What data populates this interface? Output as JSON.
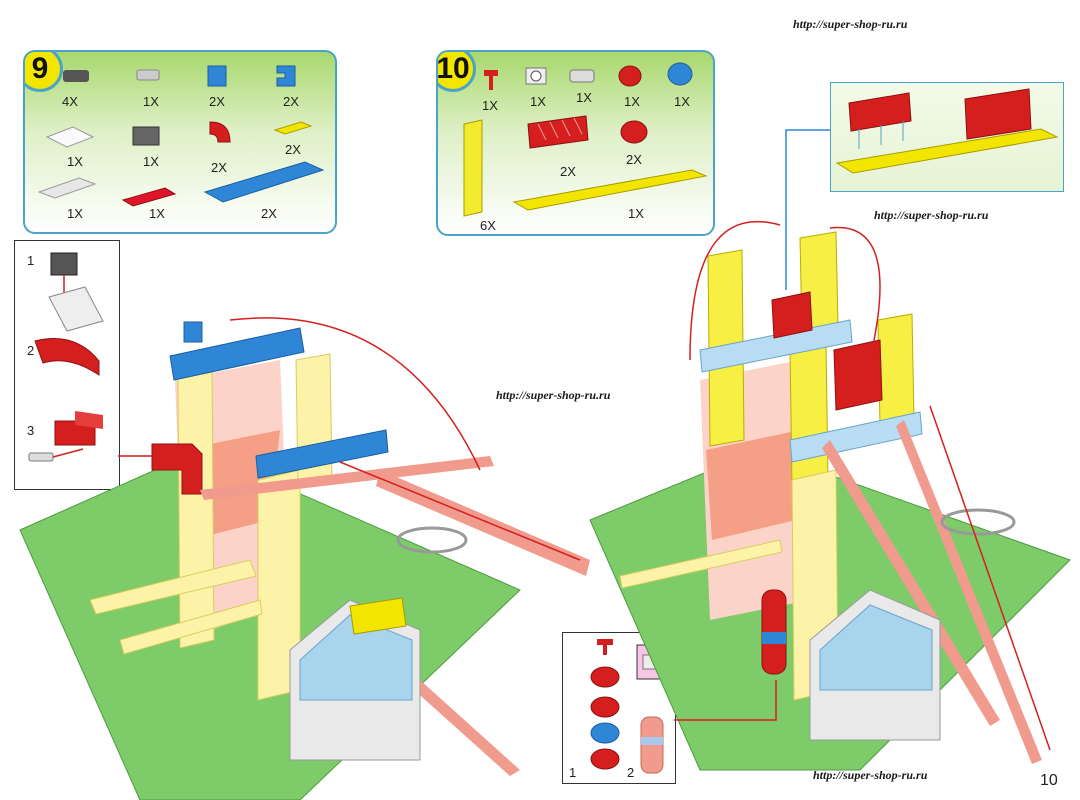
{
  "urls": {
    "top": "http://super-shop-ru.ru",
    "right": "http://super-shop-ru.ru",
    "middle": "http://super-shop-ru.ru",
    "bottom": "http://super-shop-ru.ru"
  },
  "step9": {
    "number": "9",
    "parts": [
      {
        "qty": "4X",
        "name": "technic-pin-connector"
      },
      {
        "qty": "1X",
        "name": "gray-axle-pin"
      },
      {
        "qty": "2X",
        "name": "blue-brick-1x1"
      },
      {
        "qty": "2X",
        "name": "blue-bracket-brick"
      },
      {
        "qty": "1X",
        "name": "white-tile-2x2"
      },
      {
        "qty": "1X",
        "name": "dark-gray-technic-brick"
      },
      {
        "qty": "2X",
        "name": "red-curved-brick"
      },
      {
        "qty": "2X",
        "name": "yellow-grille-tile"
      },
      {
        "qty": "1X",
        "name": "light-gray-plate-1x4"
      },
      {
        "qty": "1X",
        "name": "red-tile-1x4"
      },
      {
        "qty": "2X",
        "name": "blue-technic-brick-1x8"
      }
    ],
    "substeps": [
      "1",
      "2",
      "3"
    ]
  },
  "step10": {
    "number": "10",
    "parts": [
      {
        "qty": "1X",
        "name": "red-extinguisher-top"
      },
      {
        "qty": "1X",
        "name": "white-gauge-tile"
      },
      {
        "qty": "1X",
        "name": "light-gray-clip-plate"
      },
      {
        "qty": "1X",
        "name": "red-round-brick"
      },
      {
        "qty": "1X",
        "name": "blue-round-brick"
      },
      {
        "qty": "6X",
        "name": "yellow-brick-1x2x5"
      },
      {
        "qty": "2X",
        "name": "red-lattice-fence"
      },
      {
        "qty": "2X",
        "name": "red-round-brick-2x2"
      },
      {
        "qty": "1X",
        "name": "yellow-plate-2x10"
      }
    ],
    "substeps": [
      "1",
      "2"
    ]
  },
  "page_number": "10"
}
